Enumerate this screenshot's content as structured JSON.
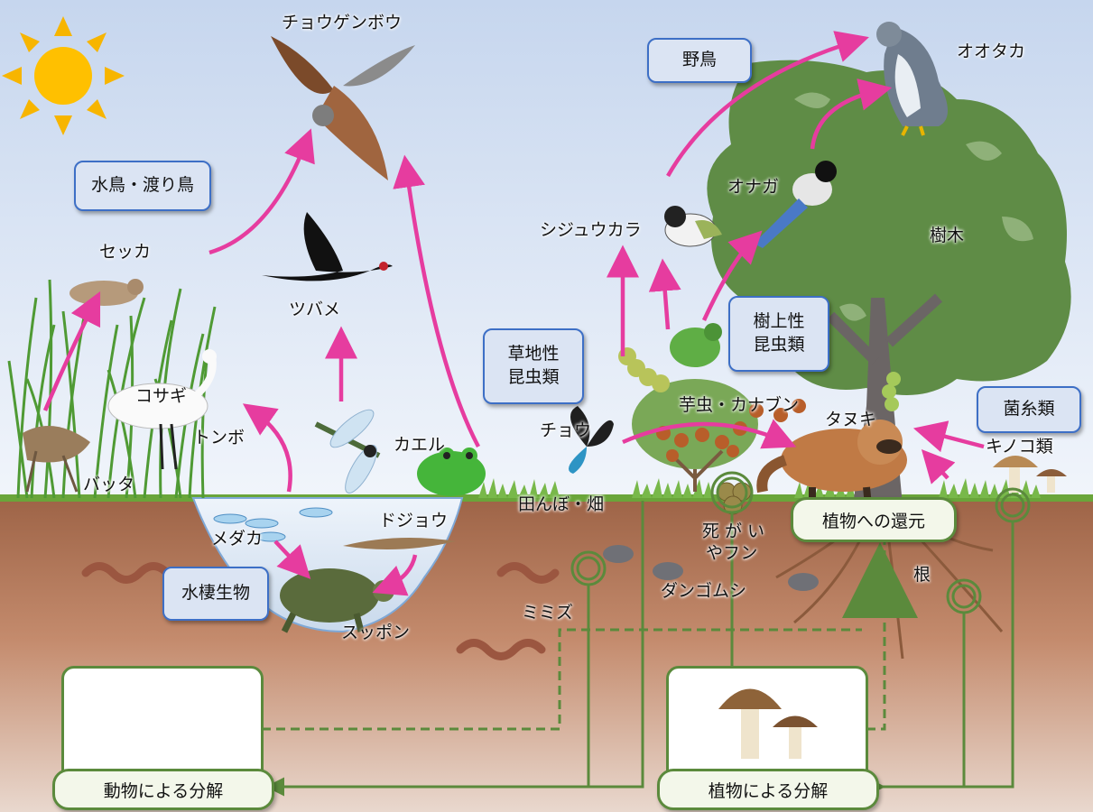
{
  "labels": {
    "chougenbou": "チョウゲンボウ",
    "yacho": "野鳥",
    "ootaka": "オオタカ",
    "mizutori": "水鳥・渡り鳥",
    "sekka": "セッカ",
    "tsubame": "ツバメ",
    "shijuukara": "シジュウカラ",
    "onaga": "オナガ",
    "jumoku": "樹木",
    "jujousei_1": "樹上性",
    "jujousei_2": "昆虫類",
    "soutisei_1": "草地性",
    "soutisei_2": "昆虫類",
    "kosagi": "コサギ",
    "tonbo": "トンボ",
    "kaeru": "カエル",
    "chou": "チョウ",
    "imomushi": "芋虫・カナブン",
    "tanuki": "タヌキ",
    "kinshirui": "菌糸類",
    "kinokorui": "キノコ類",
    "batta": "バッタ",
    "tanbo": "田んぼ・畑",
    "shigai_1": "死がい",
    "shigai_2": "やフン",
    "kangen": "植物への還元",
    "medaka": "メダカ",
    "dojou": "ドジョウ",
    "suisei": "水棲生物",
    "suppon": "スッポン",
    "mimizu": "ミミズ",
    "dangomushi": "ダンゴムシ",
    "ne": "根",
    "doubutsu_bunkai": "動物による分解",
    "shokubutsu_bunkai": "植物による分解"
  },
  "colors": {
    "arrow": "#e63c9f",
    "soil": "#b77a5c",
    "sky": "#dbe6f4",
    "tree": "#5f8c46",
    "box_fill": "#dbe4f3",
    "box_border": "#3d6fc6",
    "green_line": "#5b8a3c"
  },
  "icons": [
    "sun-icon",
    "kestrel-icon",
    "goshawk-icon",
    "swallow-icon",
    "tit-icon",
    "magpie-icon",
    "warbler-icon",
    "egret-icon",
    "grasshopper-icon",
    "dragonfly-icon",
    "frog-icon",
    "butterfly-icon",
    "caterpillar-icon",
    "beetle-icon",
    "raccoon-dog-icon",
    "mushroom-icon",
    "medaka-icon",
    "loach-icon",
    "turtle-icon",
    "worm-icon",
    "pillbug-icon"
  ]
}
